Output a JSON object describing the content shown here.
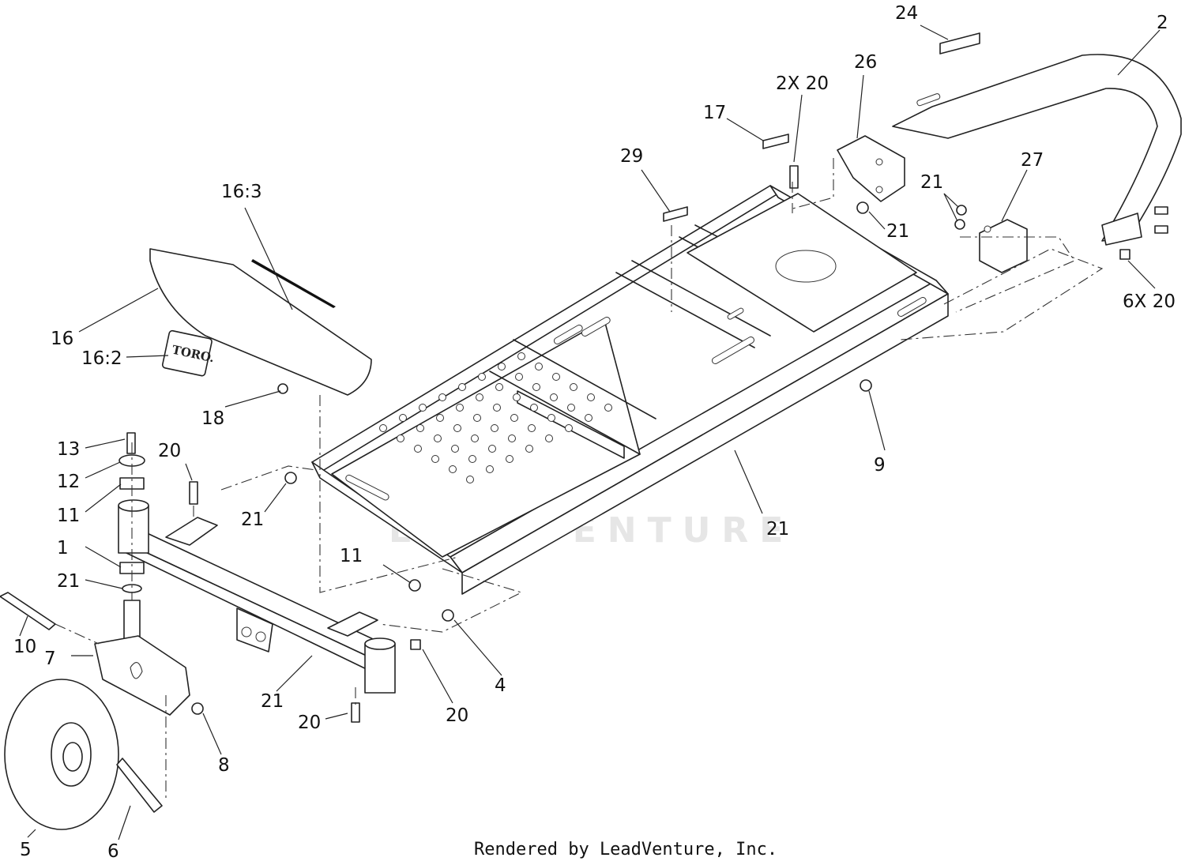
{
  "watermark": "LEADVENTURE",
  "footer": "Rendered by LeadVenture, Inc.",
  "decal_logo": "TORO.",
  "callouts": [
    {
      "id": "c24",
      "label": "24"
    },
    {
      "id": "c2",
      "label": "2"
    },
    {
      "id": "c26",
      "label": "26"
    },
    {
      "id": "c2x20",
      "label": "2X 20"
    },
    {
      "id": "c17",
      "label": "17"
    },
    {
      "id": "c29",
      "label": "29"
    },
    {
      "id": "c21a",
      "label": "21"
    },
    {
      "id": "c27",
      "label": "27"
    },
    {
      "id": "c21b",
      "label": "21"
    },
    {
      "id": "c6x20",
      "label": "6X 20"
    },
    {
      "id": "c16_3",
      "label": "16:3"
    },
    {
      "id": "c16",
      "label": "16"
    },
    {
      "id": "c16_2",
      "label": "16:2"
    },
    {
      "id": "c18",
      "label": "18"
    },
    {
      "id": "c21c",
      "label": "21"
    },
    {
      "id": "c13",
      "label": "13"
    },
    {
      "id": "c12",
      "label": "12"
    },
    {
      "id": "c20a",
      "label": "20"
    },
    {
      "id": "c11a",
      "label": "11"
    },
    {
      "id": "c21d",
      "label": "21"
    },
    {
      "id": "c1",
      "label": "1"
    },
    {
      "id": "c11b",
      "label": "11"
    },
    {
      "id": "c21e",
      "label": "21"
    },
    {
      "id": "c10",
      "label": "10"
    },
    {
      "id": "c7",
      "label": "7"
    },
    {
      "id": "c9",
      "label": "9"
    },
    {
      "id": "c21f",
      "label": "21"
    },
    {
      "id": "c4",
      "label": "4"
    },
    {
      "id": "c20b",
      "label": "20"
    },
    {
      "id": "c20c",
      "label": "20"
    },
    {
      "id": "c8",
      "label": "8"
    },
    {
      "id": "c5",
      "label": "5"
    },
    {
      "id": "c6",
      "label": "6"
    }
  ]
}
